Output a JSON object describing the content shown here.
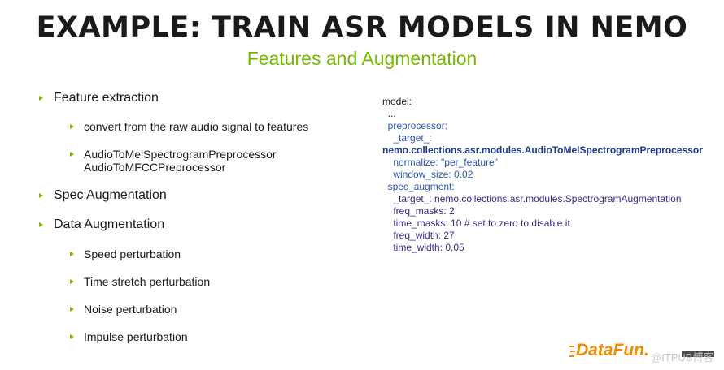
{
  "slide": {
    "title": "EXAMPLE: TRAIN ASR MODELS IN NEMO",
    "subtitle": "Features and Augmentation"
  },
  "bullets": {
    "feature_extraction": "Feature extraction",
    "convert": "convert from the raw audio signal to features",
    "preprocessors_line1": "AudioToMelSpectrogramPreprocessor",
    "preprocessors_line2": "AudioToMFCCPreprocessor",
    "spec_augmentation": "Spec Augmentation",
    "data_augmentation": "Data Augmentation",
    "speed": "Speed perturbation",
    "time_stretch": "Time stretch perturbation",
    "noise": "Noise perturbation",
    "impulse": "Impulse perturbation"
  },
  "code": [
    "model:",
    "  ...",
    "  preprocessor:",
    "    _target_:",
    "nemo.collections.asr.modules.AudioToMelSpectrogramPreprocessor",
    "    normalize: \"per_feature\"",
    "    window_size: 0.02",
    "  spec_augment:",
    "    _target_: nemo.collections.asr.modules.SpectrogramAugmentation",
    "    freq_masks: 2",
    "    time_masks: 10 # set to zero to disable it",
    "    freq_width: 27",
    "    time_width: 0.05"
  ],
  "branding": {
    "logo_text": "DataFun.",
    "watermark": "@ITPUB博客"
  },
  "colors": {
    "accent_green": "#76b900",
    "code_blue": "#2b57b5",
    "code_navy": "#1e3a8a",
    "code_purple": "#3a2a86",
    "logo_orange": "#f08c00"
  }
}
